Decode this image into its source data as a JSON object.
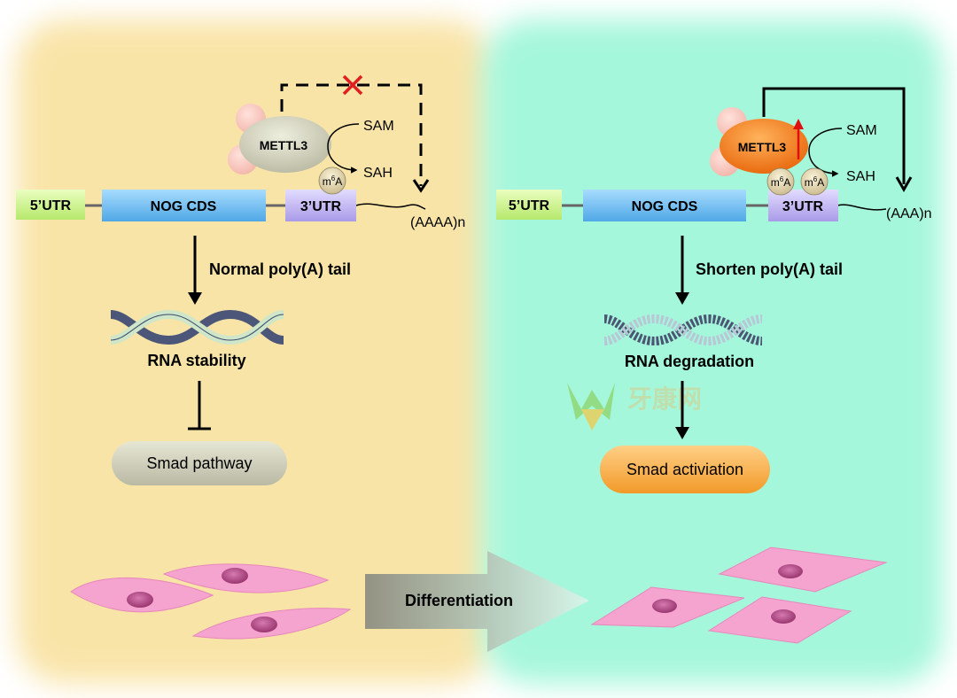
{
  "left_panel": {
    "utr5": "5’UTR",
    "cds": "NOG CDS",
    "utr3": "3’UTR",
    "enzyme": "METTL3",
    "sam": "SAM",
    "sah": "SAH",
    "m6a_base": "m",
    "m6a_sup": "6",
    "m6a_end": "A",
    "poly_a": "(AAAA)n",
    "arrow_label": "Normal poly(A) tail",
    "rna_label": "RNA stability",
    "pathway_label": "Smad pathway"
  },
  "right_panel": {
    "utr5": "5’UTR",
    "cds": "NOG CDS",
    "utr3": "3’UTR",
    "enzyme": "METTL3",
    "sam": "SAM",
    "sah": "SAH",
    "m6a_base": "m",
    "m6a_sup": "6",
    "m6a_end": "A",
    "poly_a": "(AAA)n",
    "arrow_label": "Shorten poly(A) tail",
    "rna_label": "RNA degradation",
    "pathway_label": "Smad activiation"
  },
  "transition_label": "Differentiation",
  "watermark": "牙康网",
  "colors": {
    "left_bg": "#f9e4a8",
    "right_bg": "#a5f7db",
    "utr5": "#d6f59a",
    "cds": "#7dc4f0",
    "utr3": "#c5baf3",
    "mettl3_left": "#d6d6c2",
    "mettl3_right": "#f47a1a",
    "inhibit_cross": "#e02020",
    "upregulation_arrow": "#e01010",
    "smad_left": "#cfcfba",
    "smad_right": "#f5a63c",
    "cell": "#f5a3cf",
    "nucleus": "#b04682"
  }
}
